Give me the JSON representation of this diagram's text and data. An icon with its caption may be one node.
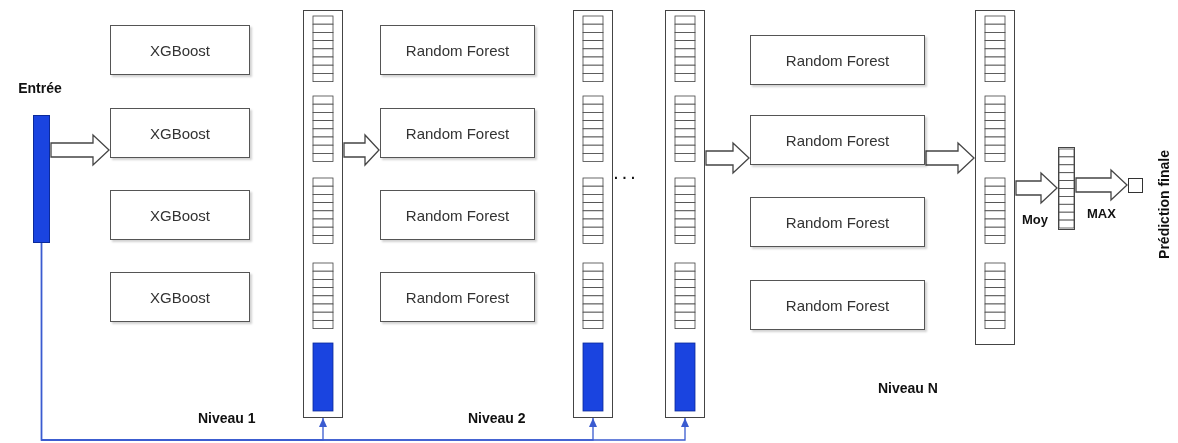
{
  "diagram": {
    "nodes": [
      {
        "text": [
          "Entrée"
        ]
      },
      {
        "text": [
          "XGBoost"
        ]
      },
      {
        "text": [
          "XGBoost"
        ]
      },
      {
        "text": [
          "XGBoost"
        ]
      },
      {
        "text": [
          "XGBoost"
        ]
      },
      {
        "text": [],
        "shape": "bar"
      },
      {
        "text": [
          "Random Forest"
        ]
      },
      {
        "text": [
          "Random Forest"
        ]
      },
      {
        "text": [
          "Random Forest"
        ]
      },
      {
        "text": [
          "Random Forest"
        ]
      },
      {
        "text": [],
        "shape": "bar"
      },
      {
        "text": [],
        "shape": "bar"
      },
      {
        "text": [
          "Random Forest"
        ]
      },
      {
        "text": [
          "Random Forest"
        ]
      },
      {
        "text": [
          "Random Forest"
        ]
      },
      {
        "text": [
          "Random Forest"
        ]
      },
      {
        "text": [],
        "shape": "bar"
      },
      {
        "text": [],
        "shape": "bar"
      },
      {
        "text": [],
        "shape": "box",
        "beside": [
          "Prédiction finale"
        ]
      }
    ],
    "edges": [
      {
        "from": 0,
        "to": 2,
        "arrow": "to"
      },
      {
        "from": 5,
        "to": 7,
        "arrow": "to"
      },
      {
        "from": 11,
        "to": 13,
        "arrow": "to"
      },
      {
        "from": 13,
        "to": 16,
        "arrow": "to"
      },
      {
        "from": 16,
        "to": 17,
        "arrow": "to",
        "label": "Moy"
      },
      {
        "from": 17,
        "to": 18,
        "arrow": "to",
        "label": "MAX"
      },
      {
        "from": 0,
        "to": 5,
        "arrow": "to",
        "color": "#3a5bd0"
      },
      {
        "from": 0,
        "to": 10,
        "arrow": "to",
        "color": "#3a5bd0"
      },
      {
        "from": 0,
        "to": 11,
        "arrow": "to",
        "color": "#3a5bd0"
      }
    ],
    "labels": [
      "· · ·",
      "Niveau 1",
      "Niveau 2",
      "Niveau N"
    ]
  }
}
